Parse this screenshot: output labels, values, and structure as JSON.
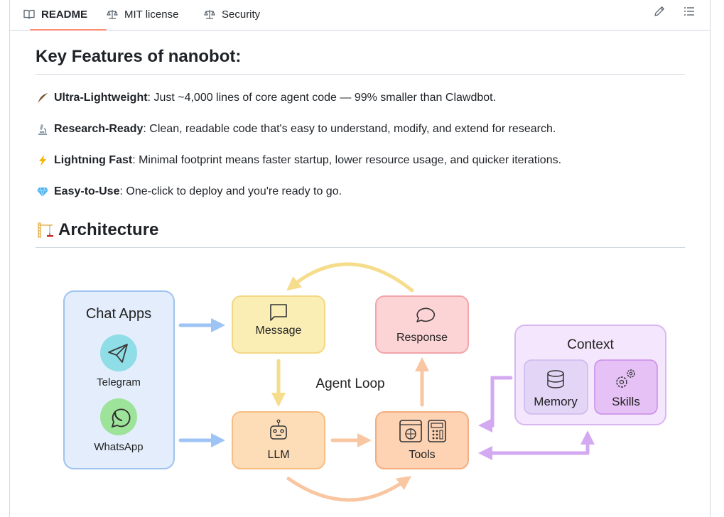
{
  "tabs": [
    {
      "label": "README",
      "icon": "book-icon",
      "active": true
    },
    {
      "label": "MIT license",
      "icon": "law-icon",
      "active": false
    },
    {
      "label": "Security",
      "icon": "law-icon",
      "active": false
    }
  ],
  "toolbar": {
    "edit_icon": "pencil-icon",
    "outline_icon": "list-unordered-icon"
  },
  "readme": {
    "features_heading": "Key Features of nanobot:",
    "features": [
      {
        "emoji": "feather",
        "title": "Ultra-Lightweight",
        "text": ": Just ~4,000 lines of core agent code — 99% smaller than Clawdbot."
      },
      {
        "emoji": "microscope",
        "title": "Research-Ready",
        "text": ": Clean, readable code that's easy to understand, modify, and extend for research."
      },
      {
        "emoji": "lightning",
        "title": "Lightning Fast",
        "text": ": Minimal footprint means faster startup, lower resource usage, and quicker iterations."
      },
      {
        "emoji": "gem",
        "title": "Easy-to-Use",
        "text": ": One-click to deploy and you're ready to go."
      }
    ],
    "architecture_heading": "Architecture",
    "architecture_emoji": "building-construction"
  },
  "diagram": {
    "chat_apps": {
      "title": "Chat Apps",
      "apps": [
        "Telegram",
        "WhatsApp"
      ]
    },
    "message": "Message",
    "response": "Response",
    "llm": "LLM",
    "tools": "Tools",
    "agent_loop": "Agent Loop",
    "context": {
      "title": "Context",
      "memory": "Memory",
      "skills": "Skills"
    },
    "colors": {
      "chat_fill": "#e3edfb",
      "chat_stroke": "#9ec3f0",
      "message_fill": "#fbeeb5",
      "message_stroke": "#f3d884",
      "response_fill": "#fdd4d6",
      "response_stroke": "#f2a5a9",
      "llm_fill": "#fdddb8",
      "llm_stroke": "#f7be84",
      "tools_fill": "#fdd3b4",
      "tools_stroke": "#f4ad82",
      "context_fill": "#f4e6fc",
      "context_stroke": "#d9b6f0",
      "memory_fill": "#e2d5f6",
      "skills_fill": "#e6c1f6",
      "telegram": "#8fdde6",
      "whatsapp": "#9ee39a",
      "arrow_blue": "#9ec4f5",
      "arrow_yellow": "#f6dd8c",
      "arrow_orange": "#f9c6a2",
      "arrow_purple": "#d3a9f2"
    }
  }
}
